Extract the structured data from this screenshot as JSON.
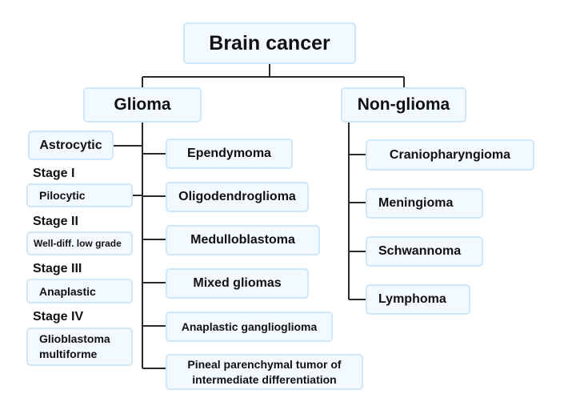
{
  "root": "Brain cancer",
  "glioma": {
    "title": "Glioma",
    "astrocytic": "Astrocytic",
    "stages": [
      {
        "stage": "Stage I",
        "type": "Pilocytic"
      },
      {
        "stage": "Stage II",
        "type": "Well-diff. low grade"
      },
      {
        "stage": "Stage III",
        "type": "Anaplastic"
      },
      {
        "stage": "Stage IV",
        "type": "Glioblastoma multiforme"
      }
    ],
    "subtypes": [
      "Ependymoma",
      "Oligodendroglioma",
      "Medulloblastoma",
      "Mixed gliomas",
      "Anaplastic ganglioglioma",
      "Pineal parenchymal tumor of intermediate differentiation"
    ]
  },
  "non_glioma": {
    "title": "Non-glioma",
    "subtypes": [
      "Craniopharyngioma",
      "Meningioma",
      "Schwannoma",
      "Lymphoma"
    ]
  }
}
